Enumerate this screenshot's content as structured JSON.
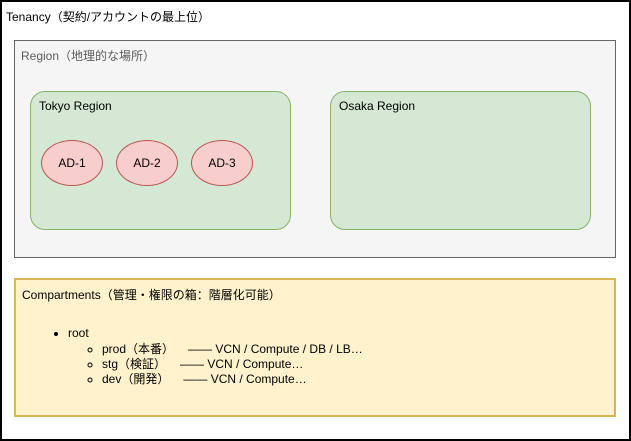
{
  "tenancy": {
    "label": "Tenancy（契約/アカウントの最上位）"
  },
  "region": {
    "label": "Region（地理的な場所）",
    "tokyo": {
      "label": "Tokyo Region",
      "ads": [
        {
          "label": "AD-1"
        },
        {
          "label": "AD-2"
        },
        {
          "label": "AD-3"
        }
      ]
    },
    "osaka": {
      "label": "Osaka Region"
    }
  },
  "compartments": {
    "label": "Compartments（管理・権限の箱：階層化可能）",
    "tree": {
      "root_label": "root",
      "children": [
        {
          "name": "prod（本番）",
          "detail": "—— VCN / Compute / DB / LB…"
        },
        {
          "name": "stg（検証）",
          "detail": "—— VCN / Compute…"
        },
        {
          "name": "dev（開発）",
          "detail": "—— VCN / Compute…"
        }
      ]
    }
  },
  "colors": {
    "outer_border": "#000000",
    "region_fill": "#f5f5f5",
    "region_border": "#666666",
    "region_label_text": "#5c5c5c",
    "green_fill": "#d5e8d4",
    "green_border": "#82b366",
    "ad_fill": "#f8cecc",
    "ad_border": "#b85450",
    "compartments_fill": "#fff2cc",
    "compartments_border": "#d6b656"
  }
}
